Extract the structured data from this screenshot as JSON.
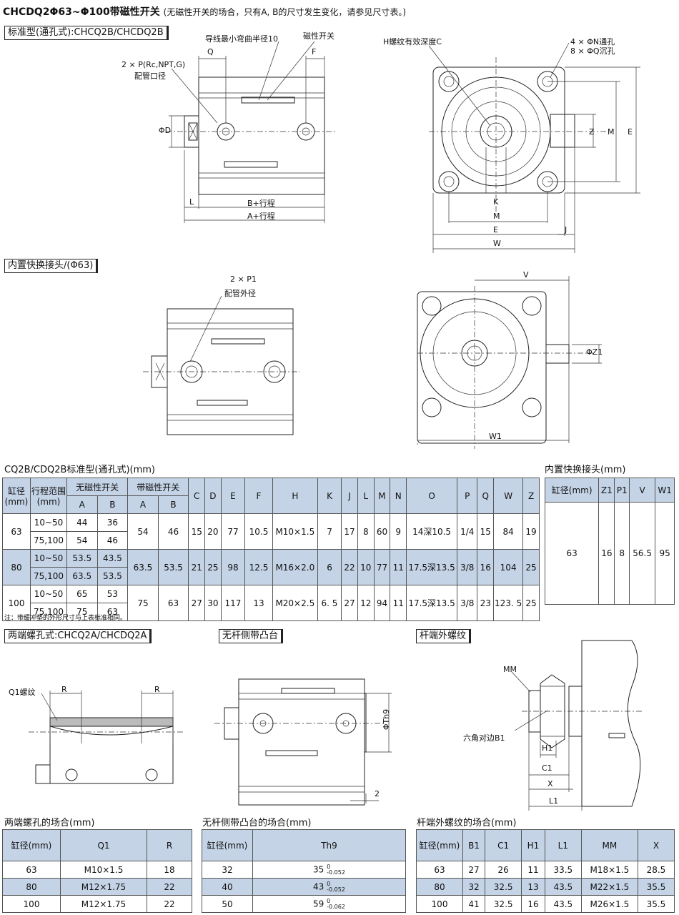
{
  "header": {
    "title": "CHCDQ2Φ63~Φ100带磁性开关",
    "subtitle": "(无磁性开关的场合，只有A, B的尺寸发生变化，请参见尺寸表。)"
  },
  "section_standard": {
    "label": "标准型(通孔式):CHCQ2B/CHCDQ2B",
    "callouts": {
      "wire_radius": "导线最小弯曲半径10",
      "mag_switch": "磁性开关",
      "port": "2 × P(Rc,NPT,G)",
      "port_desc": "配管口径",
      "q": "Q",
      "f": "F",
      "phi_d": "ΦD",
      "l": "L",
      "b_stroke": "B+行程",
      "a_stroke": "A+行程",
      "h_thread": "H螺纹有效深度C",
      "n_holes": "4 × ΦN通孔",
      "q_holes": "8 × ΦQ沉孔",
      "z": "Z",
      "m_v": "M",
      "e_v": "E",
      "k": "K",
      "m_h": "M",
      "e_h": "E",
      "j": "J",
      "w": "W"
    }
  },
  "section_quick": {
    "label": "内置快换接头/(Φ63)",
    "callouts": {
      "p1": "2 × P1",
      "p1_desc": "配管外径",
      "v": "V",
      "z1": "ΦZ1",
      "w1": "W1"
    }
  },
  "main_table": {
    "caption": "CQ2B/CDQ2B标准型(通孔式)(mm)",
    "h_bore": "缸径(mm)",
    "h_stroke": "行程范围(mm)",
    "h_no_switch": "无磁性开关",
    "h_with_switch": "带磁性开关",
    "h_sub": [
      "A",
      "B",
      "A",
      "B"
    ],
    "h_cols": [
      "C",
      "D",
      "E",
      "F",
      "H",
      "K",
      "J",
      "L",
      "M",
      "N",
      "O",
      "P",
      "Q",
      "W",
      "Z"
    ],
    "groups": [
      {
        "bore": "63",
        "rows": [
          {
            "stroke": "10~50",
            "a": "44",
            "b": "36"
          },
          {
            "stroke": "75,100",
            "a": "54",
            "b": "46"
          }
        ],
        "sa": "54",
        "sb": "46",
        "vals": [
          "15",
          "20",
          "77",
          "10.5",
          "M10×1.5",
          "7",
          "17",
          "8",
          "60",
          "9",
          "14深10.5",
          "1/4",
          "15",
          "84",
          "19"
        ]
      },
      {
        "bore": "80",
        "rows": [
          {
            "stroke": "10~50",
            "a": "53.5",
            "b": "43.5"
          },
          {
            "stroke": "75,100",
            "a": "63.5",
            "b": "53.5"
          }
        ],
        "sa": "63.5",
        "sb": "53.5",
        "vals": [
          "21",
          "25",
          "98",
          "12.5",
          "M16×2.0",
          "6",
          "22",
          "10",
          "77",
          "11",
          "17.5深13.5",
          "3/8",
          "16",
          "104",
          "25"
        ]
      },
      {
        "bore": "100",
        "rows": [
          {
            "stroke": "10~50",
            "a": "65",
            "b": "53"
          },
          {
            "stroke": "75,100",
            "a": "75",
            "b": "63"
          }
        ],
        "sa": "75",
        "sb": "63",
        "vals": [
          "27",
          "30",
          "117",
          "13",
          "M20×2.5",
          "6. 5",
          "27",
          "12",
          "94",
          "11",
          "17.5深13.5",
          "3/8",
          "23",
          "123. 5",
          "25"
        ]
      }
    ],
    "note": "注：带缓冲垫的外形尺寸与上表标准相同。"
  },
  "quick_table": {
    "caption": "内置快换接头(mm)",
    "headers": [
      "缸径(mm)",
      "Z1",
      "P1",
      "V",
      "W1"
    ],
    "row": [
      "63",
      "16",
      "8",
      "56.5",
      "95"
    ]
  },
  "section_tapped": {
    "label": "两端螺孔式:CHCQ2A/CHCDQ2A",
    "q1": "Q1螺纹",
    "r": "R"
  },
  "section_boss": {
    "label": "无杆侧带凸台",
    "th9": "ΦTh9",
    "two": "2"
  },
  "section_rod": {
    "label": "杆端外螺纹",
    "mm": "MM",
    "hex": "六角对边B1",
    "h1": "H1",
    "c1": "C1",
    "x": "X",
    "l1": "L1"
  },
  "tapped_table": {
    "caption": "两端螺孔的场合(mm)",
    "headers": [
      "缸径(mm)",
      "Q1",
      "R"
    ],
    "rows": [
      [
        "63",
        "M10×1.5",
        "18"
      ],
      [
        "80",
        "M12×1.75",
        "22"
      ],
      [
        "100",
        "M12×1.75",
        "22"
      ]
    ]
  },
  "boss_table": {
    "caption": "无杆侧带凸台的场合(mm)",
    "headers": [
      "缸径(mm)",
      "Th9"
    ],
    "rows": [
      {
        "bore": "32",
        "val": "35",
        "up": "0",
        "low": "-0.052"
      },
      {
        "bore": "40",
        "val": "43",
        "up": "0",
        "low": "-0.052"
      },
      {
        "bore": "50",
        "val": "59",
        "up": "0",
        "low": "-0.062"
      }
    ]
  },
  "rod_table": {
    "caption": "杆端外螺纹的场合(mm)",
    "headers": [
      "缸径(mm)",
      "B1",
      "C1",
      "H1",
      "L1",
      "MM",
      "X"
    ],
    "rows": [
      [
        "63",
        "27",
        "26",
        "11",
        "33.5",
        "M18×1.5",
        "28.5"
      ],
      [
        "80",
        "32",
        "32.5",
        "13",
        "43.5",
        "M22×1.5",
        "35.5"
      ],
      [
        "100",
        "41",
        "32.5",
        "16",
        "43.5",
        "M26×1.5",
        "35.5"
      ]
    ]
  }
}
